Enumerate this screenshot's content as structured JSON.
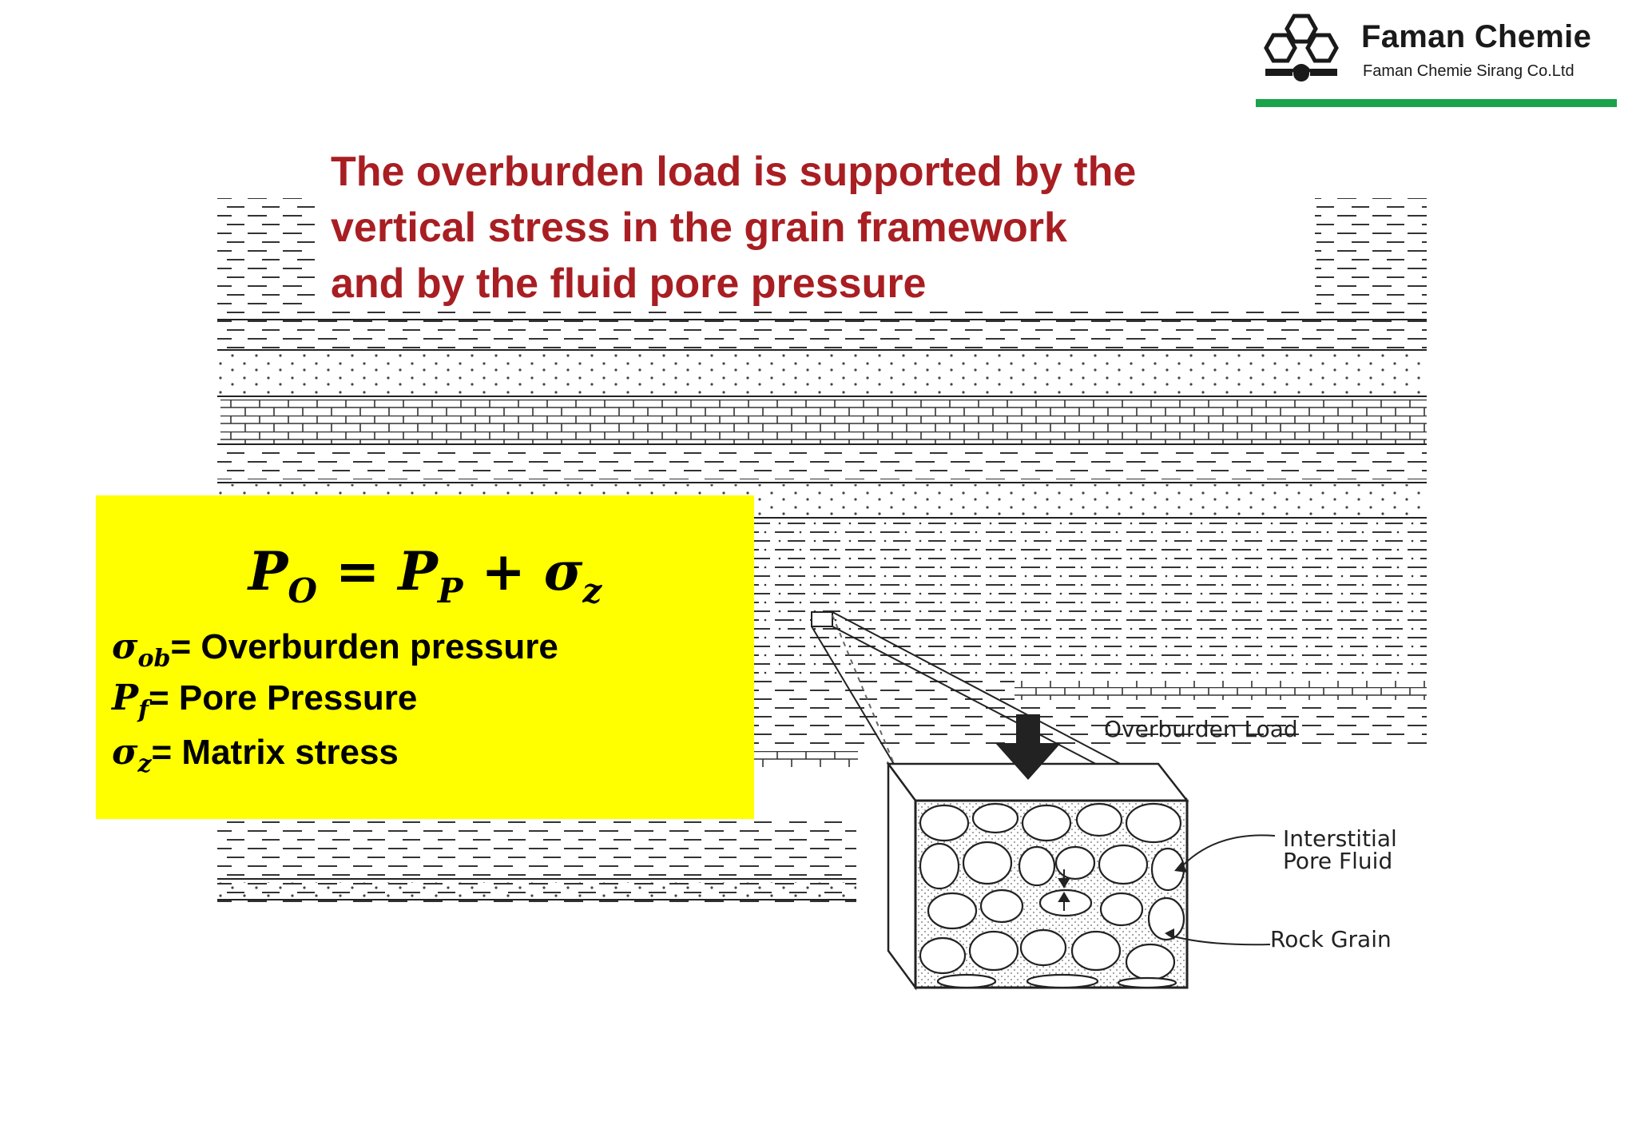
{
  "logo": {
    "name": "Faman Chemie",
    "subtitle": "Faman Chemie Sirang Co.Ltd",
    "rule_color": "#1aa34a",
    "icon": "hexagon-molecule-icon"
  },
  "title": {
    "lines": [
      "The overburden load is supported by the",
      "vertical stress in the grain framework",
      "and by the fluid pore pressure"
    ],
    "color": "#a81e22"
  },
  "formula": {
    "lhs": "P",
    "lhs_sub": "O",
    "equals": " = ",
    "term1": "P",
    "term1_sub": "P",
    "plus": " + ",
    "term2": "σ",
    "term2_sub": "z",
    "box_color": "#ffff00"
  },
  "definitions": [
    {
      "symbol": "σ",
      "sub": "ob",
      "text": "= Overburden pressure"
    },
    {
      "symbol": "P",
      "sub": "f",
      "text": "= Pore Pressure"
    },
    {
      "symbol": "σ",
      "sub": "z",
      "text": "= Matrix stress"
    }
  ],
  "figure": {
    "load_label": "Overburden Load",
    "fluid_label_line1": "Interstitial",
    "fluid_label_line2": "Pore Fluid",
    "grain_label": "Rock Grain",
    "arrow_icon": "down-arrow-icon"
  }
}
